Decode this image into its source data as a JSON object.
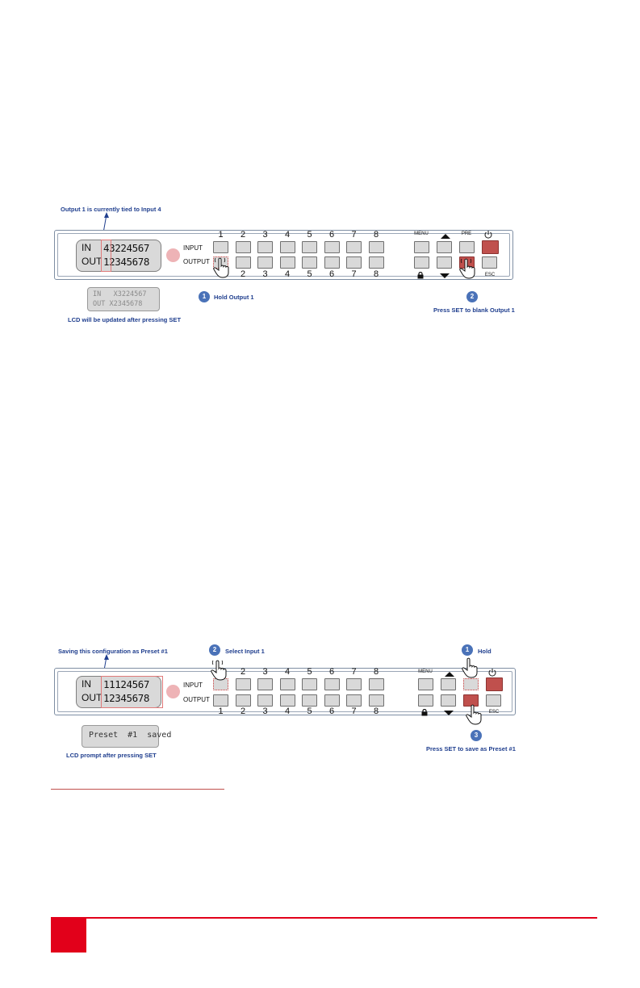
{
  "diagram1": {
    "callout_top": "Output 1 is currently tied to Input 4",
    "lcd_in_label": "IN",
    "lcd_out_label": "OUT",
    "lcd_in_digits": "43224567",
    "lcd_out_digits": "12345678",
    "input_label": "INPUT",
    "output_label": "OUTPUT",
    "top_numbers": [
      "1",
      "2",
      "3",
      "4",
      "5",
      "6",
      "7",
      "8"
    ],
    "bottom_numbers": [
      "",
      "2",
      "3",
      "4",
      "5",
      "6",
      "7",
      "8"
    ],
    "menu_label": "MENU",
    "pre_label": "PRE",
    "esc_label": "ESC",
    "step1_num": "1",
    "step1_text": "Hold Output 1",
    "step2_num": "2",
    "step2_text": "Press SET to blank Output 1",
    "lcd_preview_in": "IN   X3224567",
    "lcd_preview_out": "OUT X2345678",
    "lcd_caption": "LCD will be updated after pressing SET"
  },
  "diagram2": {
    "callout_top": "Saving this configuration as Preset #1",
    "lcd_in_label": "IN",
    "lcd_out_label": "OUT",
    "lcd_in_digits": "11124567",
    "lcd_out_digits": "12345678",
    "input_label": "INPUT",
    "output_label": "OUTPUT",
    "top_numbers": [
      "",
      "2",
      "3",
      "4",
      "5",
      "6",
      "7",
      "8"
    ],
    "bottom_numbers": [
      "1",
      "2",
      "3",
      "4",
      "5",
      "6",
      "7",
      "8"
    ],
    "menu_label": "MENU",
    "esc_label": "ESC",
    "step1_num": "1",
    "step1_text": "Hold",
    "step2_num": "2",
    "step2_text": "Select Input 1",
    "step3_num": "3",
    "step3_text": "Press SET to save as Preset #1",
    "lcd_preview": "Preset  #1  saved",
    "lcd_caption": "LCD prompt after pressing SET"
  },
  "colors": {
    "accent_red": "#e2001a",
    "button_red": "#c0504d",
    "annotation_blue": "#1f3e8e",
    "step_circle": "#4a72b8"
  }
}
